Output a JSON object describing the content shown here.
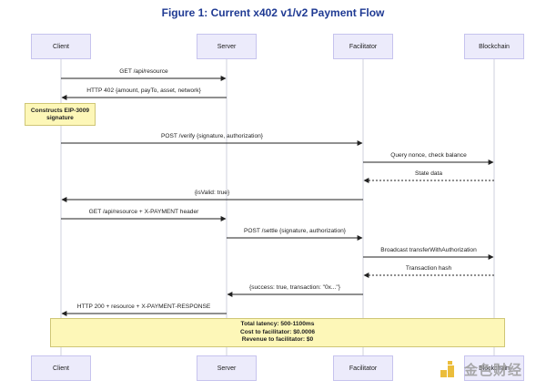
{
  "title": "Figure 1: Current x402 v1/v2 Payment Flow",
  "participants": [
    "Client",
    "Server",
    "Facilitator",
    "Blockchain"
  ],
  "messages": [
    {
      "from": "Client",
      "to": "Server",
      "text": "GET /api/resource",
      "style": "solid"
    },
    {
      "from": "Server",
      "to": "Client",
      "text": "HTTP 402 {amount, payTo, asset, network}",
      "style": "solid"
    },
    {
      "from": "Client",
      "to": "Facilitator",
      "text": "POST /verify {signature, authorization}",
      "style": "solid"
    },
    {
      "from": "Facilitator",
      "to": "Blockchain",
      "text": "Query nonce, check balance",
      "style": "solid"
    },
    {
      "from": "Blockchain",
      "to": "Facilitator",
      "text": "State data",
      "style": "dashed"
    },
    {
      "from": "Facilitator",
      "to": "Client",
      "text": "{isValid: true}",
      "style": "solid"
    },
    {
      "from": "Client",
      "to": "Server",
      "text": "GET /api/resource + X-PAYMENT header",
      "style": "solid"
    },
    {
      "from": "Server",
      "to": "Facilitator",
      "text": "POST /settle {signature, authorization}",
      "style": "solid"
    },
    {
      "from": "Facilitator",
      "to": "Blockchain",
      "text": "Broadcast transferWithAuthorization",
      "style": "solid"
    },
    {
      "from": "Blockchain",
      "to": "Facilitator",
      "text": "Transaction hash",
      "style": "dashed"
    },
    {
      "from": "Facilitator",
      "to": "Server",
      "text": "{success: true, transaction: \"0x...\"}",
      "style": "solid"
    },
    {
      "from": "Server",
      "to": "Client",
      "text": "HTTP 200 + resource + X-PAYMENT-RESPONSE",
      "style": "solid"
    }
  ],
  "notes": {
    "client_note": [
      "Constructs EIP-3009",
      "signature"
    ],
    "summary": [
      "Total latency: 500-1100ms",
      "Cost to facilitator: $0.0006",
      "Revenue to facilitator: $0"
    ]
  },
  "watermark": {
    "text": "金色财经",
    "color": "#e8b21b"
  }
}
